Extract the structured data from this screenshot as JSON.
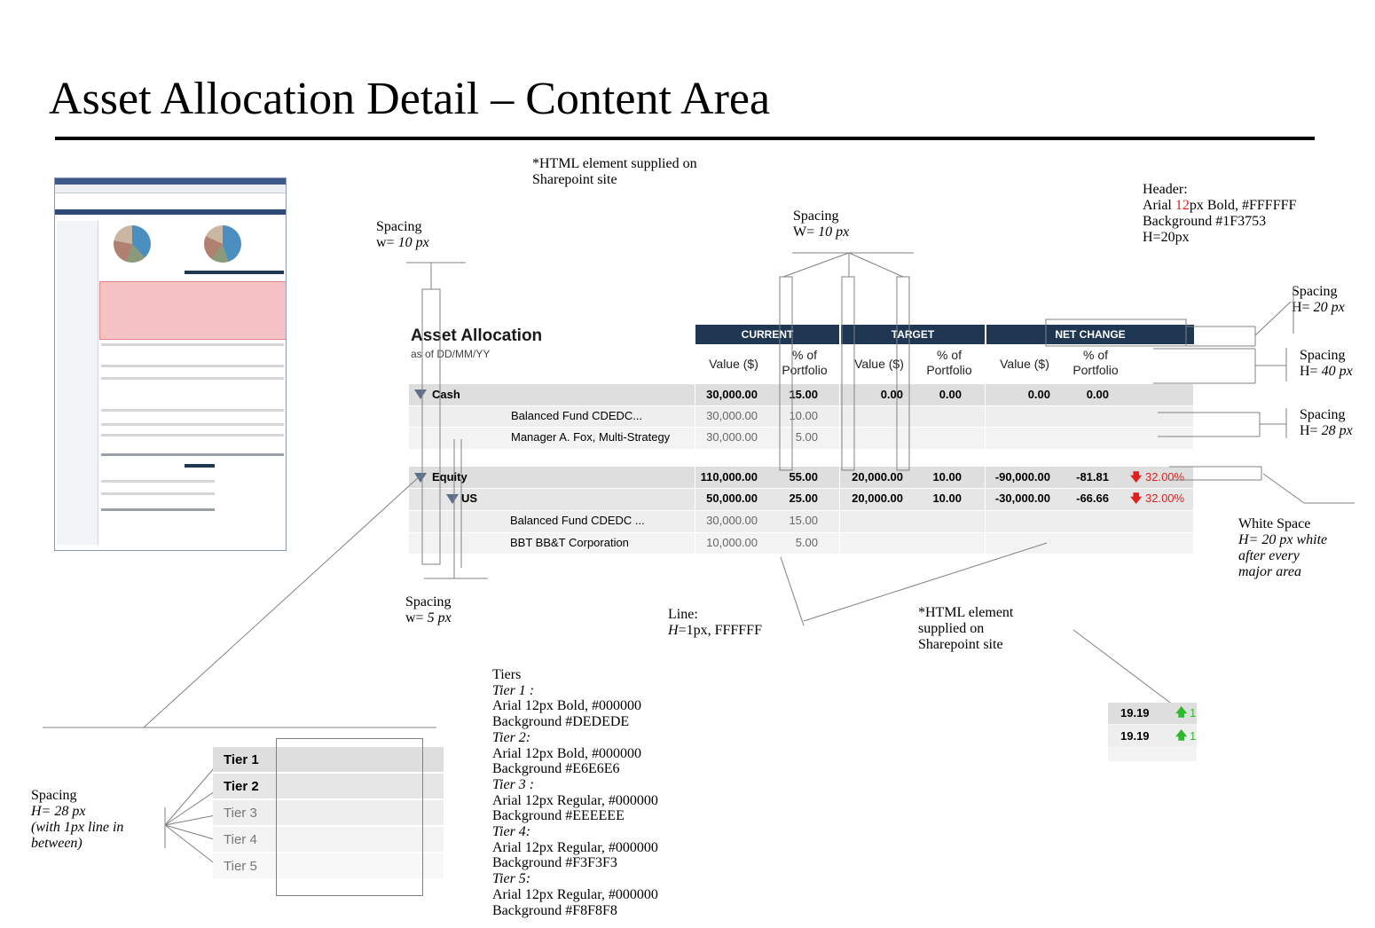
{
  "title": "Asset Allocation Detail – Content Area",
  "notes": {
    "html_element_top": [
      "*HTML element supplied on",
      "Sharepoint site"
    ],
    "header": {
      "l1": "Header:",
      "l2a": "Arial ",
      "l2b": "12",
      "l2c": "px  Bold, #FFFFFF",
      "l3": "Background  #1F3753",
      "l4": "H=20px"
    },
    "spacing_w10_left": {
      "a": "Spacing",
      "b": "w= ",
      "c": "10 px"
    },
    "spacing_w10_top": {
      "a": "Spacing",
      "b": "W= ",
      "c": "10 px"
    },
    "spacing_h20": {
      "a": "Spacing",
      "b": "H= ",
      "c": "20 px"
    },
    "spacing_h40": {
      "a": "Spacing",
      "b": "H= ",
      "c": "40 px"
    },
    "spacing_h28": {
      "a": "Spacing",
      "b": "H= ",
      "c": "28 px"
    },
    "white_space": [
      "White Space",
      "H= 20 px white",
      "after every",
      "major area"
    ],
    "spacing_w5": {
      "a": "Spacing",
      "b": "w= ",
      "c": "5 px"
    },
    "line": {
      "a": "Line:",
      "b": "H",
      "c": "=1px, FFFFFF"
    },
    "html_element_bottom": [
      "*HTML element",
      "supplied on",
      "Sharepoint site"
    ],
    "tiers_text": [
      "Tiers",
      "Tier 1 :",
      "Arial 12px Bold, #000000",
      "Background  #DEDEDE",
      "Tier  2:",
      "Arial 12px Bold, #000000",
      "Background  #E6E6E6",
      "Tier 3 :",
      "Arial 12px Regular, #000000",
      "Background  #EEEEEE",
      "Tier  4:",
      "Arial 12px Regular, #000000",
      "Background  #F3F3F3",
      "Tier  5:",
      "Arial 12px Regular, #000000",
      "Background  #F8F8F8"
    ],
    "spacing_tiers": [
      "Spacing",
      "H= 28 px",
      "(with 1px line in",
      "between)"
    ]
  },
  "table": {
    "title": "Asset Allocation",
    "subtitle": "as of DD/MM/YY",
    "groups": [
      "CURRENT",
      "TARGET",
      "NET CHANGE"
    ],
    "subheaders": {
      "value": "Value ($)",
      "pct1": "% of",
      "pct2": "Portfolio"
    },
    "rows": [
      {
        "label": "Cash",
        "cv": "30,000.00",
        "cp": "15.00",
        "tv": "0.00",
        "tp": "0.00",
        "nv": "0.00",
        "np": "0.00",
        "chg": ""
      },
      {
        "label": "Balanced Fund CDEDC...",
        "cv": "30,000.00",
        "cp": "10.00",
        "tv": "",
        "tp": "",
        "nv": "",
        "np": "",
        "chg": ""
      },
      {
        "label": "Manager A. Fox, Multi-Strategy",
        "cv": "30,000.00",
        "cp": "5.00",
        "tv": "",
        "tp": "",
        "nv": "",
        "np": "",
        "chg": ""
      },
      {
        "label": "Equity",
        "cv": "110,000.00",
        "cp": "55.00",
        "tv": "20,000.00",
        "tp": "10.00",
        "nv": "-90,000.00",
        "np": "-81.81",
        "chg": "32.00%"
      },
      {
        "label": "US",
        "cv": "50,000.00",
        "cp": "25.00",
        "tv": "20,000.00",
        "tp": "10.00",
        "nv": "-30,000.00",
        "np": "-66.66",
        "chg": "32.00%"
      },
      {
        "label": "Balanced Fund CDEDC ...",
        "cv": "30,000.00",
        "cp": "15.00",
        "tv": "",
        "tp": "",
        "nv": "",
        "np": "",
        "chg": ""
      },
      {
        "label": "BBT BB&T Corporation",
        "cv": "10,000.00",
        "cp": "5.00",
        "tv": "",
        "tp": "",
        "nv": "",
        "np": "",
        "chg": ""
      }
    ]
  },
  "mini": {
    "v1": "19.19",
    "v2": "19.19",
    "c1": "1",
    "c2": "1"
  },
  "tiers": [
    "Tier 1",
    "Tier 2",
    "Tier 3",
    "Tier 4",
    "Tier 5"
  ],
  "colors": {
    "header_bg": "#1F3753",
    "tier1": "#DEDEDE",
    "tier2": "#E6E6E6",
    "tier3": "#EEEEEE",
    "tier4": "#F3F3F3",
    "tier5": "#F8F8F8",
    "negative": "#E02020",
    "positive": "#2DB82D"
  }
}
